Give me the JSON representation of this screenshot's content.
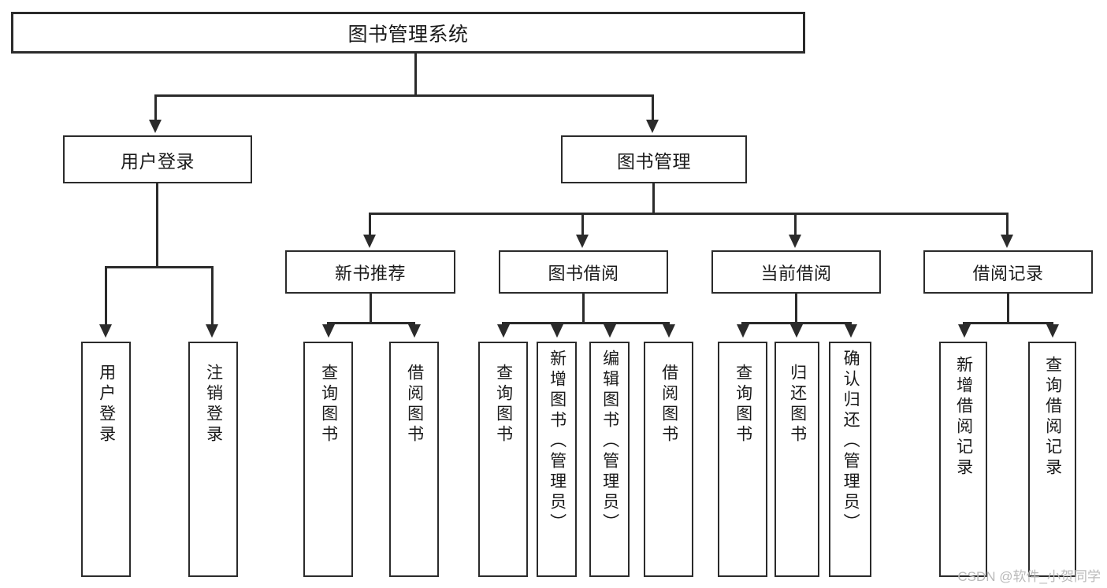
{
  "diagram": {
    "type": "tree-hierarchy",
    "title": "图书管理系统",
    "watermark": "CSDN @软件_小贺同学",
    "colors": {
      "stroke": "#2b2b2b",
      "fill": "#ffffff",
      "text": "#1a1a1a",
      "watermark": "#b9b9b9"
    },
    "root": {
      "label": "图书管理系统"
    },
    "level2": [
      {
        "label": "用户登录"
      },
      {
        "label": "图书管理"
      }
    ],
    "level3": [
      {
        "label": "新书推荐"
      },
      {
        "label": "图书借阅"
      },
      {
        "label": "当前借阅"
      },
      {
        "label": "借阅记录"
      }
    ],
    "leaves": [
      {
        "label": "用户登录",
        "parent": "用户登录"
      },
      {
        "label": "注销登录",
        "parent": "用户登录"
      },
      {
        "label": "查询图书",
        "parent": "新书推荐"
      },
      {
        "label": "借阅图书",
        "parent": "新书推荐"
      },
      {
        "label": "查询图书",
        "parent": "图书借阅"
      },
      {
        "label": "新增图书（管理员）",
        "parent": "图书借阅"
      },
      {
        "label": "编辑图书（管理员）",
        "parent": "图书借阅"
      },
      {
        "label": "借阅图书",
        "parent": "图书借阅"
      },
      {
        "label": "查询图书",
        "parent": "当前借阅"
      },
      {
        "label": "归还图书",
        "parent": "当前借阅"
      },
      {
        "label": "确认归还（管理员）",
        "parent": "当前借阅"
      },
      {
        "label": "新增借阅记录",
        "parent": "借阅记录"
      },
      {
        "label": "查询借阅记录",
        "parent": "借阅记录"
      }
    ]
  }
}
